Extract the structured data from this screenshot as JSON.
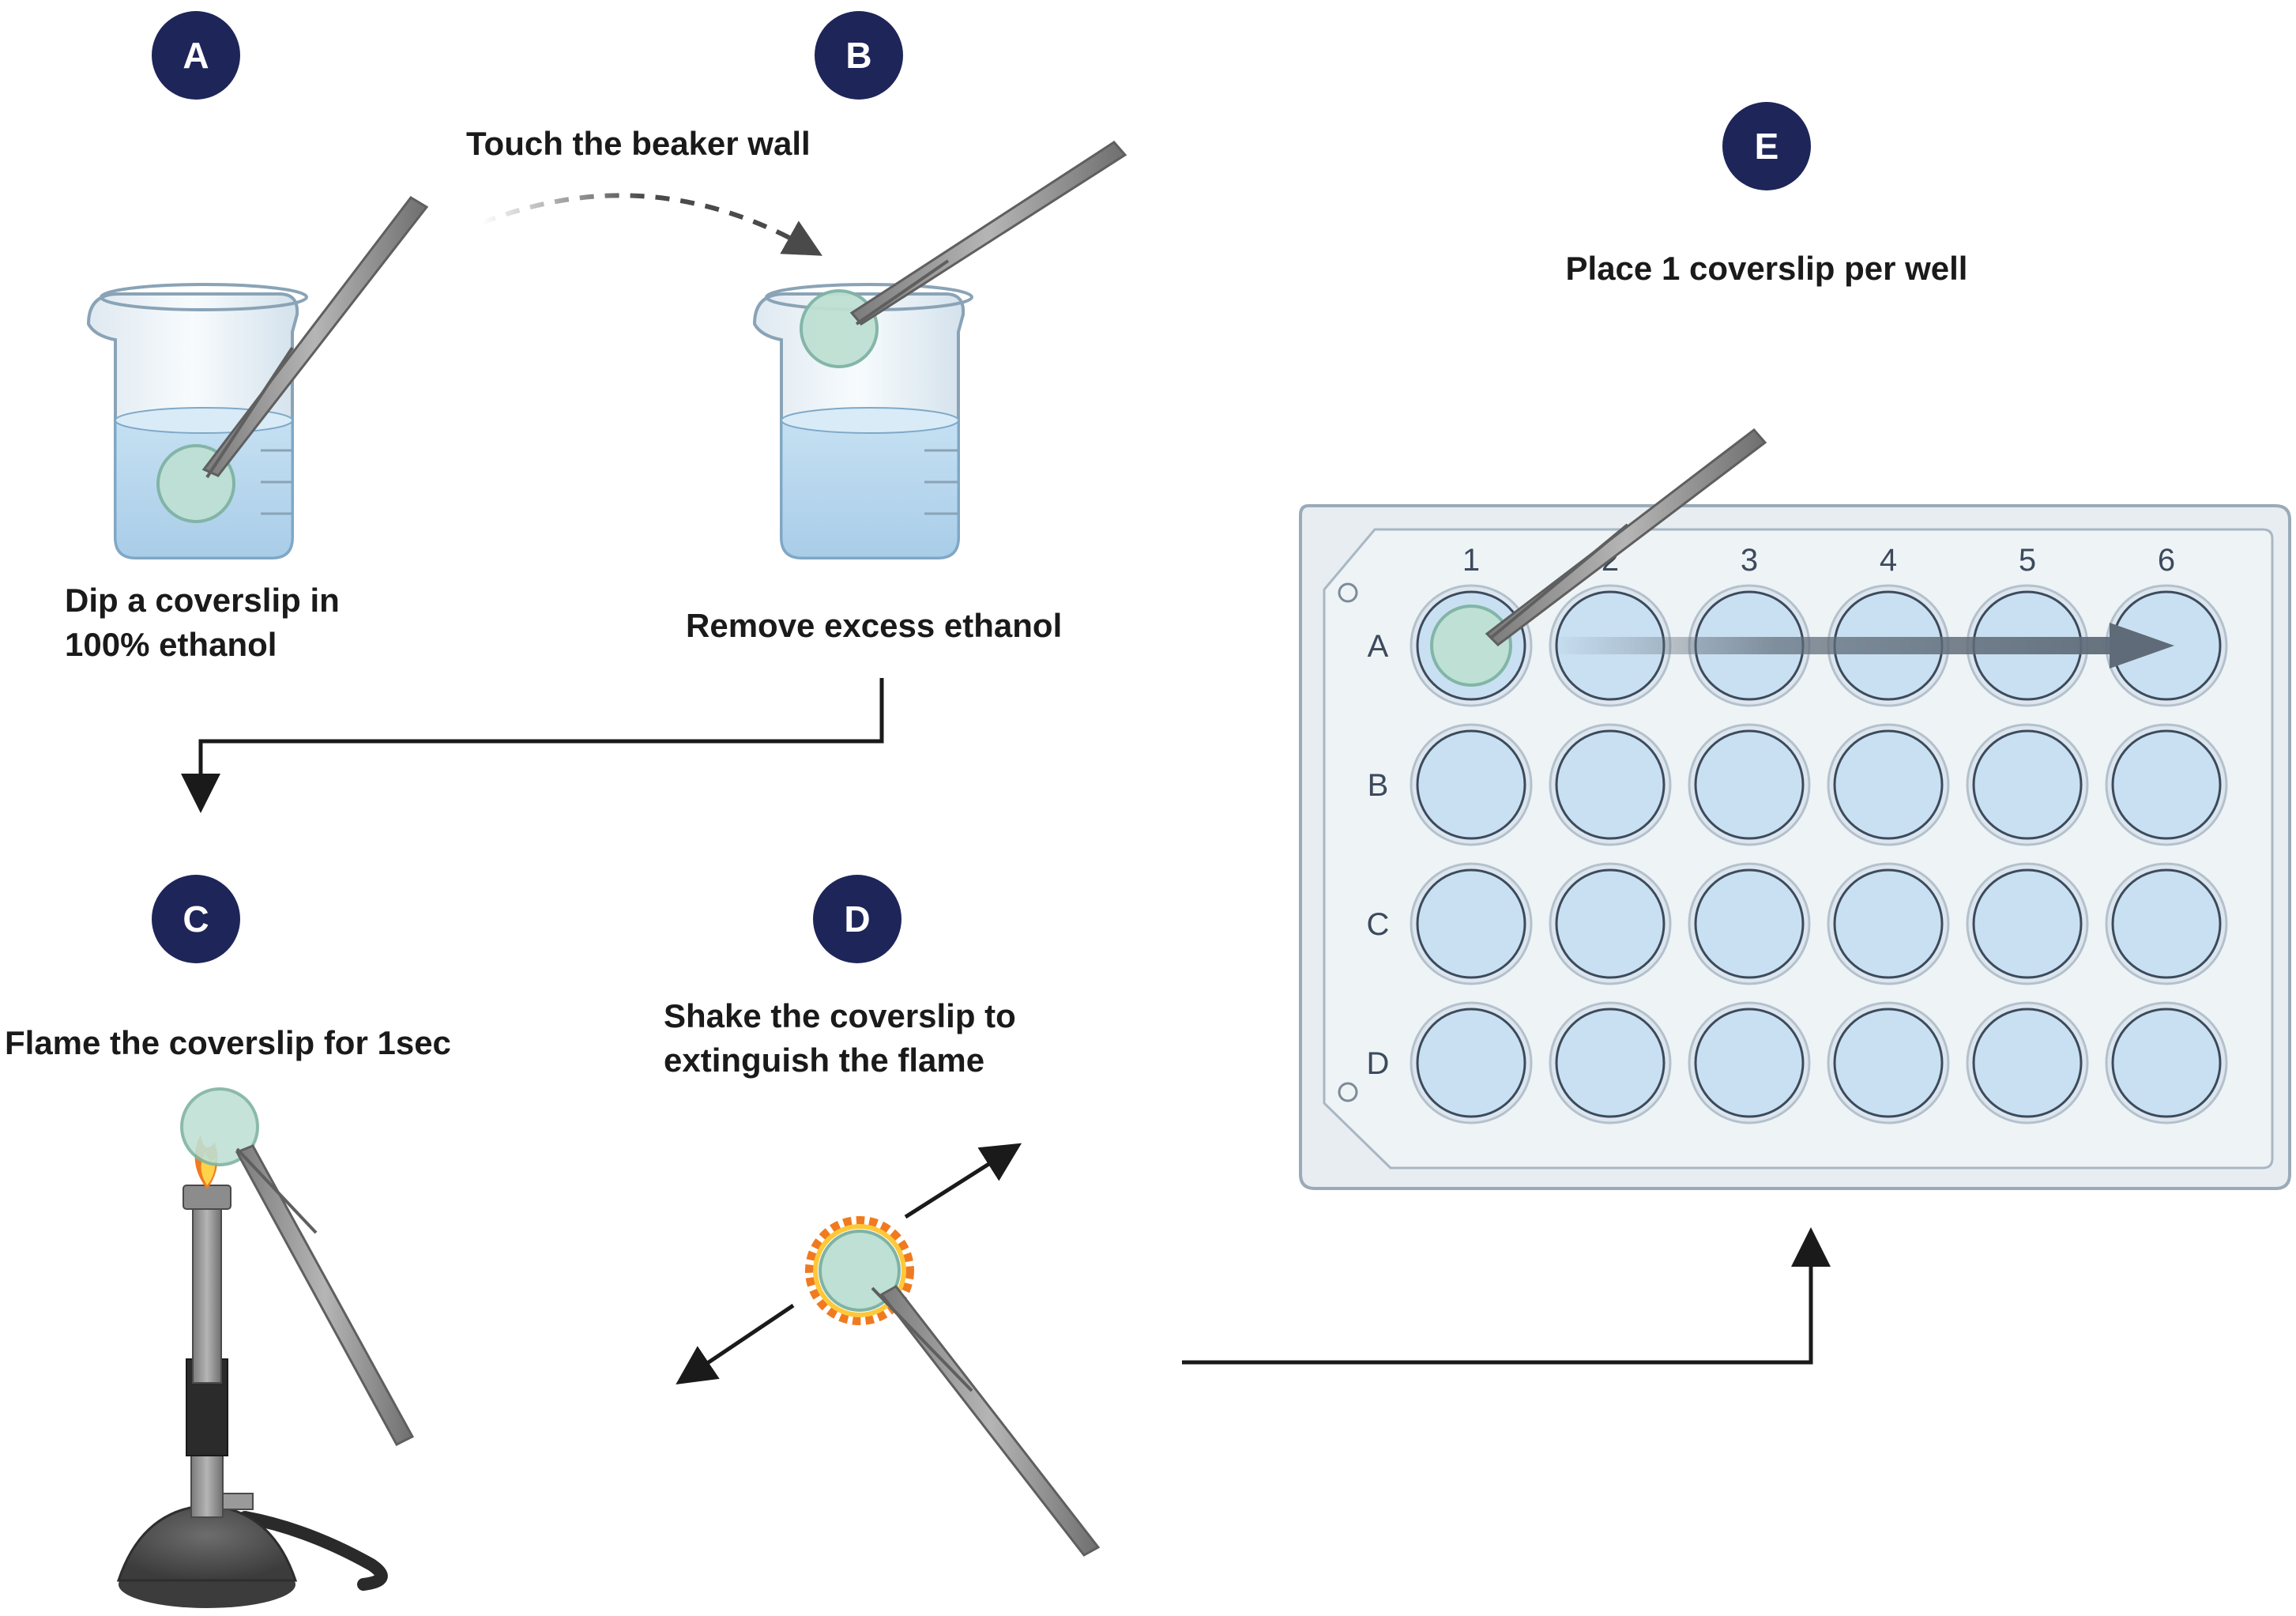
{
  "colors": {
    "badge": "#1e2559",
    "liquid": "#bcd9ee",
    "coverslip": "#bfe0d4",
    "well": "#c9e0f2",
    "plate": "#e7edf1",
    "tweezer": "#9a9a9a",
    "arrow": "#1a1a1a"
  },
  "steps": {
    "A": {
      "badge": "A",
      "caption": [
        "Dip a coverslip in",
        "100% ethanol"
      ]
    },
    "B": {
      "badge": "B",
      "top_caption": "Touch the beaker wall",
      "caption": "Remove excess ethanol"
    },
    "C": {
      "badge": "C",
      "caption": "Flame the coverslip for 1sec"
    },
    "D": {
      "badge": "D",
      "caption": [
        "Shake the coverslip to",
        "extinguish the flame"
      ]
    },
    "E": {
      "badge": "E",
      "caption": "Place 1 coverslip per well"
    }
  },
  "plate": {
    "columns": [
      "1",
      "2",
      "3",
      "4",
      "5",
      "6"
    ],
    "rows": [
      "A",
      "B",
      "C",
      "D"
    ]
  },
  "icons": [
    "beaker-icon",
    "tweezers-icon",
    "coverslip-icon",
    "bunsen-burner-icon",
    "flame-icon",
    "well-plate-icon"
  ]
}
